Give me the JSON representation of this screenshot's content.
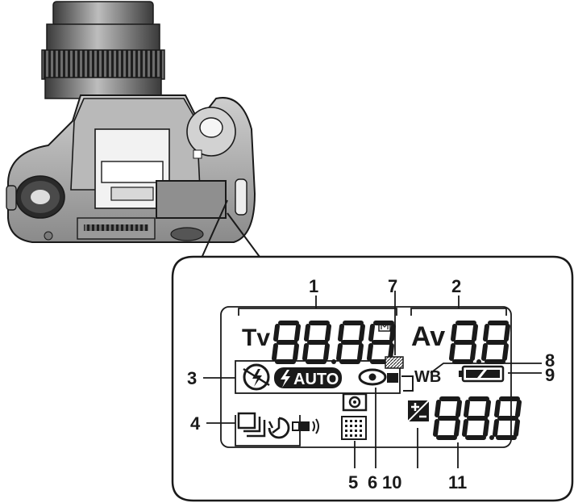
{
  "lcd": {
    "tv_label": "Tv",
    "av_label": "Av",
    "wb_label": "WB",
    "flash_auto_label": "AUTO",
    "shutter_digits": "8888",
    "aperture_digits": "8.8",
    "counter_digits": "88.8"
  },
  "callouts": [
    {
      "id": "1",
      "label": "1"
    },
    {
      "id": "2",
      "label": "2"
    },
    {
      "id": "3",
      "label": "3"
    },
    {
      "id": "4",
      "label": "4"
    },
    {
      "id": "5",
      "label": "5"
    },
    {
      "id": "6",
      "label": "6"
    },
    {
      "id": "7",
      "label": "7"
    },
    {
      "id": "8",
      "label": "8"
    },
    {
      "id": "9",
      "label": "9"
    },
    {
      "id": "10",
      "label": "10"
    },
    {
      "id": "11",
      "label": "11"
    }
  ]
}
